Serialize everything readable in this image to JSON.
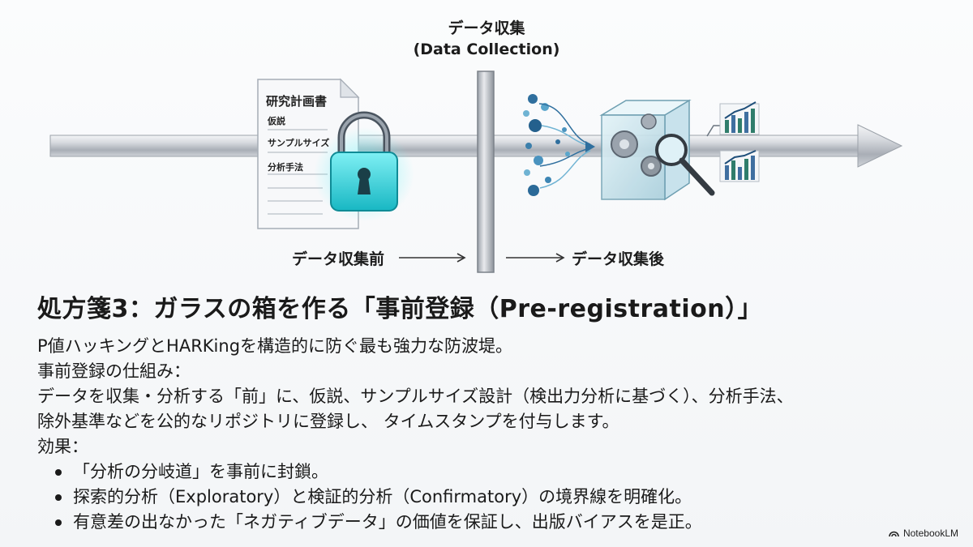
{
  "diagram": {
    "data_collection_title": "データ収集",
    "data_collection_subtitle": "(Data Collection)",
    "before_label": "データ収集前",
    "after_label": "データ収集後",
    "document": {
      "title": "研究計画書",
      "items": [
        "仮説",
        "サンプルサイズ",
        "分析手法"
      ]
    }
  },
  "heading": "処方箋3：ガラスの箱を作る「事前登録（Pre-registration）」",
  "intro": "P値ハッキングとHARKingを構造的に防ぐ最も強力な防波堤。",
  "mechanism_label": "事前登録の仕組み：",
  "mechanism_line1": "データを収集・分析する「前」に、仮説、サンプルサイズ設計（検出力分析に基づく）、分析手法、",
  "mechanism_line2": "除外基準などを公的なリポジトリに登録し、 タイムスタンプを付与します。",
  "effects_label": "効果：",
  "effects": [
    "「分析の分岐道」を事前に封鎖。",
    "探索的分析（Exploratory）と検証的分析（Confirmatory）の境界線を明確化。",
    "有意差の出なかった「ネガティブデータ」の価値を保証し、出版バイアスを是正。"
  ],
  "brand": "NotebookLM"
}
